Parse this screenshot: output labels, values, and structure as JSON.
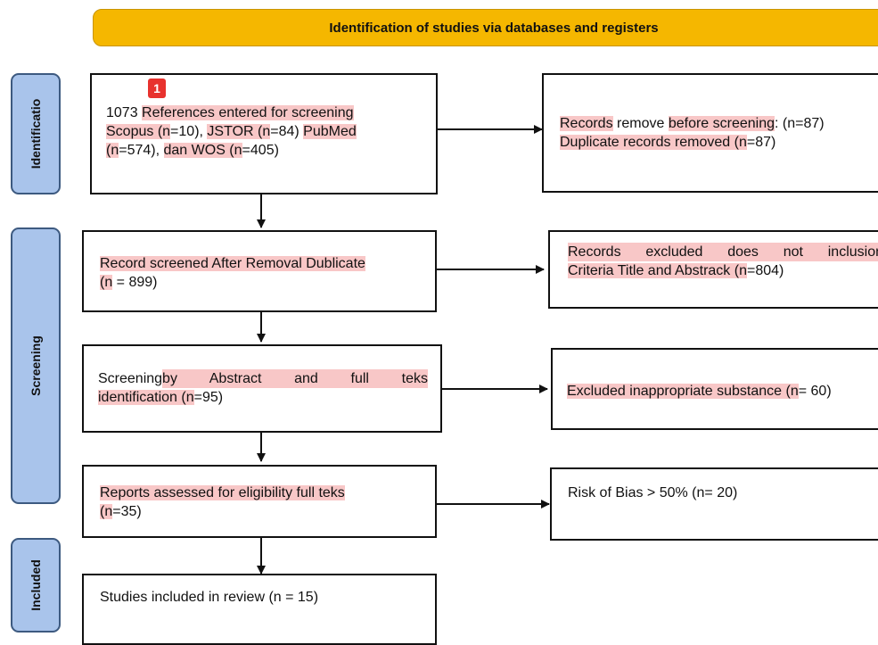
{
  "header": {
    "title": "Identification of studies via databases and registers"
  },
  "phases": {
    "identification": "Identificatio",
    "screening": "Screening",
    "included": "Included"
  },
  "badge": "1",
  "box1": {
    "line1_a": "1073 ",
    "line1_b": "References entered for screening",
    "line2_a": "Scopus (",
    "line2_b": "n",
    "line2_c": "=10), ",
    "line2_d": "JSTOR (",
    "line2_e": "n",
    "line2_f": "=84) ",
    "line2_g": "PubMed",
    "line3_a": "(",
    "line3_b": "n",
    "line3_c": "=574), ",
    "line3_d": "dan WOS (",
    "line3_e": "n",
    "line3_f": "=405)"
  },
  "side1": {
    "line1_a": "Records",
    "line1_b": " remove ",
    "line1_c": "before screening",
    "line1_d": ": (n=87)",
    "line2_a": "Duplicate records removed (",
    "line2_b": "n",
    "line2_c": "=87)"
  },
  "box2": {
    "line1": "Record screened After Removal Dublicate",
    "line2_a": "(n",
    "line2_b": " = 899)"
  },
  "side2": {
    "line1": "Records excluded does not inclusion",
    "line2_a": "Criteria Title and Abstrack (",
    "line2_b": "n",
    "line2_c": "=804)"
  },
  "box3": {
    "line1_a": "Screening ",
    "line1_b": "by Abstract and full teks",
    "line2_a": "identification (",
    "line2_b": "n",
    "line2_c": "=95)"
  },
  "side3": {
    "line1_a": "Excluded inappropriate substance (",
    "line1_b": "n",
    "line1_c": "= 60)"
  },
  "box4": {
    "line1": "Reports assessed for eligibility full teks",
    "line2_a": "(",
    "line2_b": "n",
    "line2_c": "=35)"
  },
  "side4": {
    "line1": "Risk of Bias > 50% (n= 20)"
  },
  "box5": {
    "line1": "Studies included in review (n = 15)"
  }
}
